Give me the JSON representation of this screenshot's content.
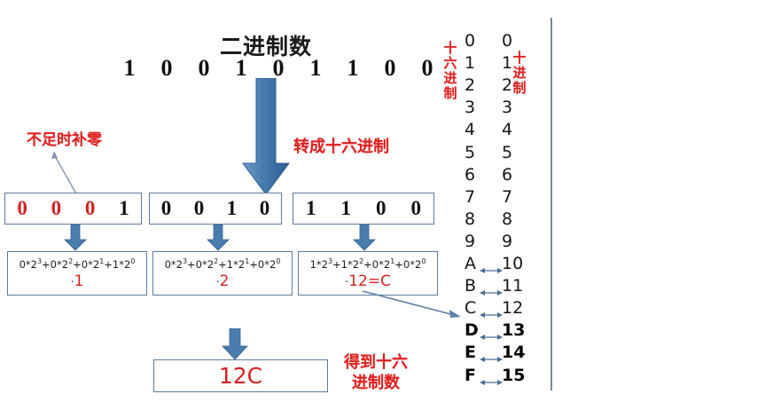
{
  "title": "二进制数",
  "binary_digits": [
    "1",
    "0",
    "0",
    "1",
    "0",
    "1",
    "1",
    "0",
    "0"
  ],
  "annotations": {
    "pad_zero": "不足时补零",
    "convert_hex": "转成十六进制",
    "result_label_line1": "得到十六",
    "result_label_line2": "进制数"
  },
  "groups": [
    {
      "bits": [
        "0",
        "0",
        "0",
        "1"
      ],
      "padded": [
        true,
        true,
        true,
        false
      ],
      "formula_terms": [
        "0*2",
        "0*2",
        "0*2",
        "1*2"
      ],
      "formula_exps": [
        "3",
        "2",
        "1",
        "0"
      ],
      "value": "1",
      "result_text": "·1"
    },
    {
      "bits": [
        "0",
        "0",
        "1",
        "0"
      ],
      "padded": [
        false,
        false,
        false,
        false
      ],
      "formula_terms": [
        "0*2",
        "0*2",
        "1*2",
        "0*2"
      ],
      "formula_exps": [
        "3",
        "2",
        "1",
        "0"
      ],
      "value": "2",
      "result_text": "·2"
    },
    {
      "bits": [
        "1",
        "1",
        "0",
        "0"
      ],
      "padded": [
        false,
        false,
        false,
        false
      ],
      "formula_terms": [
        "1*2",
        "1*2",
        "0*2",
        "0*2"
      ],
      "formula_exps": [
        "3",
        "2",
        "1",
        "0"
      ],
      "value": "12=C",
      "result_text": "·12=C"
    }
  ],
  "final_result": "12C",
  "hex_table": {
    "header_left": "十六进制",
    "header_right": "十进制",
    "rows": [
      {
        "hex": "0",
        "dec": "0",
        "arrow": false,
        "bold": false
      },
      {
        "hex": "1",
        "dec": "1",
        "arrow": false,
        "bold": false
      },
      {
        "hex": "2",
        "dec": "2",
        "arrow": false,
        "bold": false
      },
      {
        "hex": "3",
        "dec": "3",
        "arrow": false,
        "bold": false
      },
      {
        "hex": "4",
        "dec": "4",
        "arrow": false,
        "bold": false
      },
      {
        "hex": "5",
        "dec": "5",
        "arrow": false,
        "bold": false
      },
      {
        "hex": "6",
        "dec": "6",
        "arrow": false,
        "bold": false
      },
      {
        "hex": "7",
        "dec": "7",
        "arrow": false,
        "bold": false
      },
      {
        "hex": "8",
        "dec": "8",
        "arrow": false,
        "bold": false
      },
      {
        "hex": "9",
        "dec": "9",
        "arrow": false,
        "bold": false
      },
      {
        "hex": "A",
        "dec": "10",
        "arrow": true,
        "bold": false
      },
      {
        "hex": "B",
        "dec": "11",
        "arrow": true,
        "bold": false
      },
      {
        "hex": "C",
        "dec": "12",
        "arrow": true,
        "bold": false
      },
      {
        "hex": "D",
        "dec": "13",
        "arrow": true,
        "bold": true
      },
      {
        "hex": "E",
        "dec": "14",
        "arrow": true,
        "bold": true
      },
      {
        "hex": "F",
        "dec": "15",
        "arrow": true,
        "bold": true
      }
    ]
  },
  "colors": {
    "accent_red": "#e02020",
    "box_border": "#5d7b9d",
    "arrow_blue": "#3f72ab",
    "text_dark": "#17171a"
  }
}
